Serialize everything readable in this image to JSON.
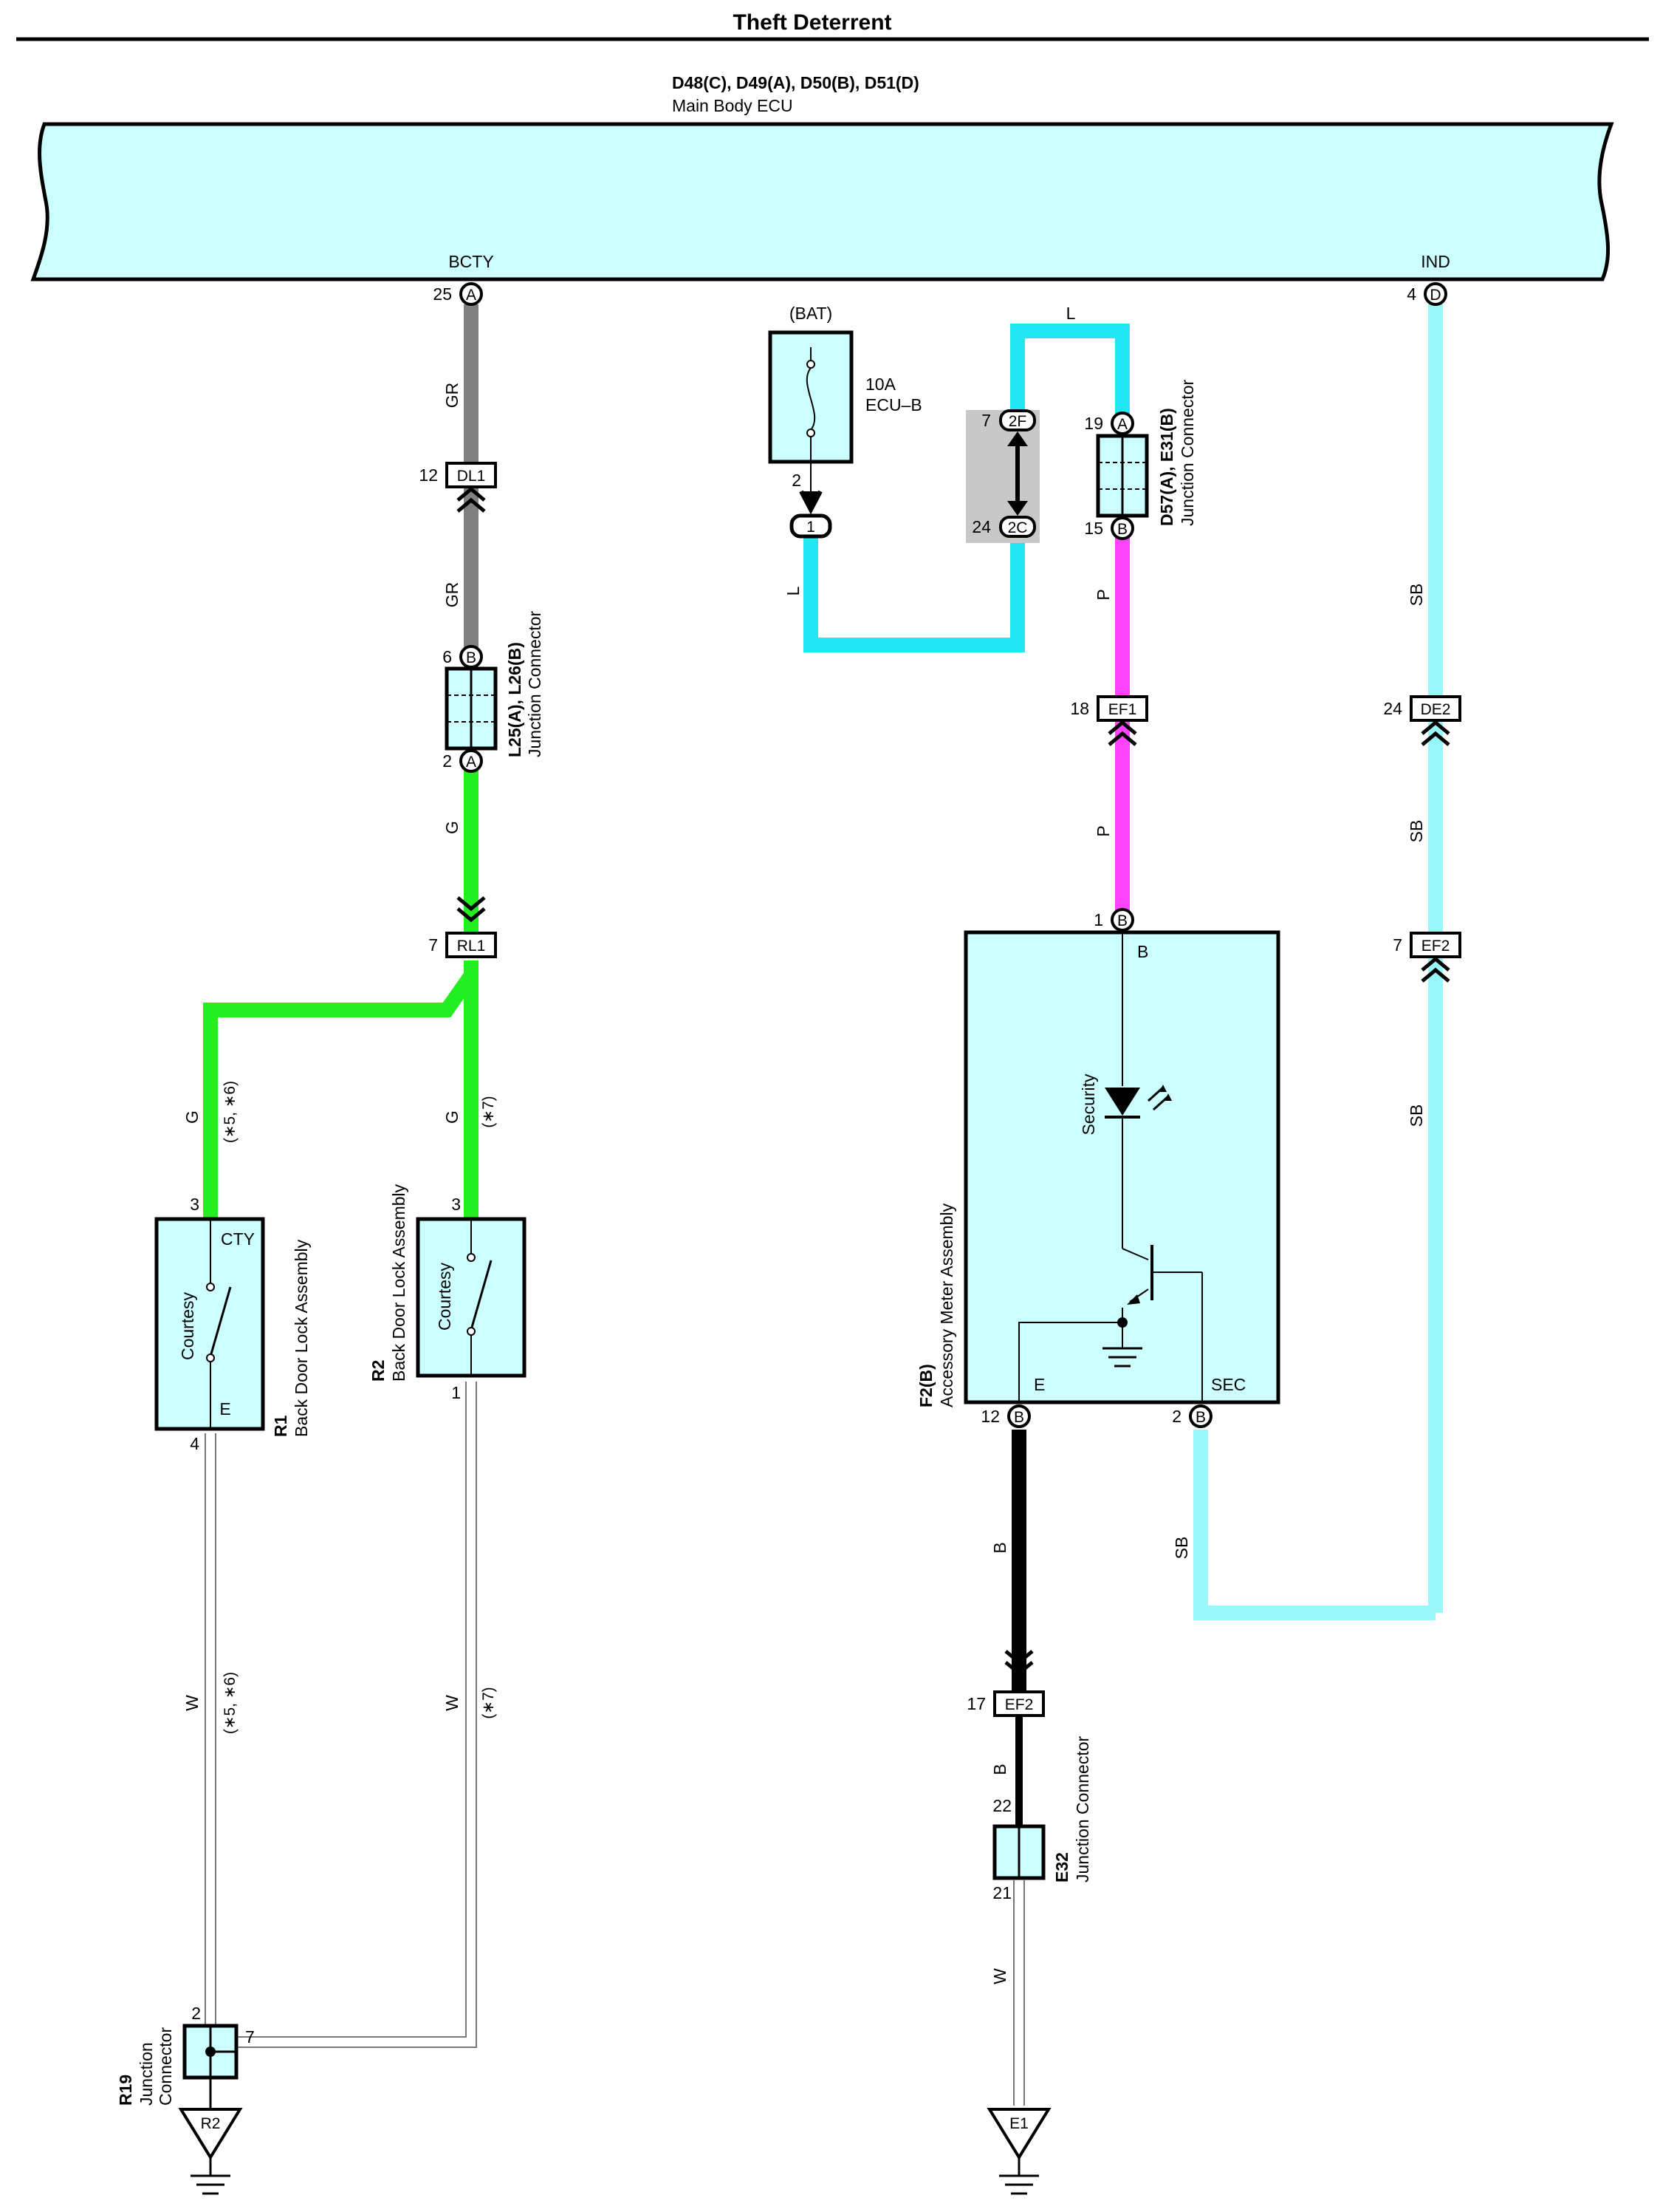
{
  "title": "Theft Deterrent",
  "ecu": {
    "ids": "D48(C), D49(A), D50(B), D51(D)",
    "name": "Main Body ECU",
    "pin_bcty": {
      "label": "BCTY",
      "num": "25",
      "conn": "A"
    },
    "pin_ind": {
      "label": "IND",
      "num": "4",
      "conn": "D"
    }
  },
  "fuse": {
    "supply": "(BAT)",
    "rating": "10A",
    "name": "ECU–B",
    "pin": "2"
  },
  "bat_conn": "1",
  "junction_2": {
    "top_num": "7",
    "top": "2F",
    "bot_num": "24",
    "bot": "2C"
  },
  "jc_d57": {
    "ids": "D57(A), E31(B)",
    "name": "Junction Connector",
    "top_num": "19",
    "top": "A",
    "bot_num": "15",
    "bot": "B"
  },
  "jc_l25": {
    "ids": "L25(A), L26(B)",
    "name": "Junction Connector",
    "top_num": "6",
    "top": "B",
    "bot_num": "2",
    "bot": "A"
  },
  "inline": {
    "dl1": {
      "num": "12",
      "name": "DL1"
    },
    "rl1": {
      "num": "7",
      "name": "RL1"
    },
    "ef1": {
      "num": "18",
      "name": "EF1"
    },
    "de2": {
      "num": "24",
      "name": "DE2"
    },
    "ef2a": {
      "num": "7",
      "name": "EF2"
    },
    "ef2b": {
      "num": "17",
      "name": "EF2"
    }
  },
  "wires": {
    "gr": "GR",
    "g": "G",
    "l": "L",
    "p": "P",
    "sb": "SB",
    "b": "B",
    "w": "W"
  },
  "notes": {
    "n56": "(∗5, ∗6)",
    "n7": "(∗7)"
  },
  "r1": {
    "id": "R1",
    "name": "Back Door Lock Assembly",
    "switch": "Courtesy",
    "pin_top_num": "3",
    "pin_top": "CTY",
    "pin_bot_num": "4",
    "pin_bot": "E"
  },
  "r2": {
    "id": "R2",
    "name": "Back Door Lock Assembly",
    "switch": "Courtesy",
    "pin_top_num": "3",
    "pin_bot_num": "1"
  },
  "meter": {
    "id": "F2(B)",
    "name": "Accessory Meter Assembly",
    "pin_in_num": "1",
    "pin_in": "B",
    "pin_in_label": "B",
    "led": "Security",
    "pin_e_num": "12",
    "pin_e": "B",
    "pin_e_label": "E",
    "pin_sec_num": "2",
    "pin_sec": "B",
    "pin_sec_label": "SEC"
  },
  "e32": {
    "id": "E32",
    "name": "Junction Connector",
    "top": "22",
    "bot": "21"
  },
  "r19": {
    "id": "R19",
    "name_a": "Junction",
    "name_b": "Connector",
    "pin_top": "2",
    "pin_right": "7"
  },
  "grounds": {
    "g1": "R2",
    "g2": "E1"
  },
  "colors": {
    "ecu_fill": "#ccffff",
    "gray": "#808080",
    "green": "#22ee22",
    "cyan": "#22e6f2",
    "pink": "#ff44ff",
    "light_cyan": "#99f6f9",
    "black": "#000000"
  }
}
